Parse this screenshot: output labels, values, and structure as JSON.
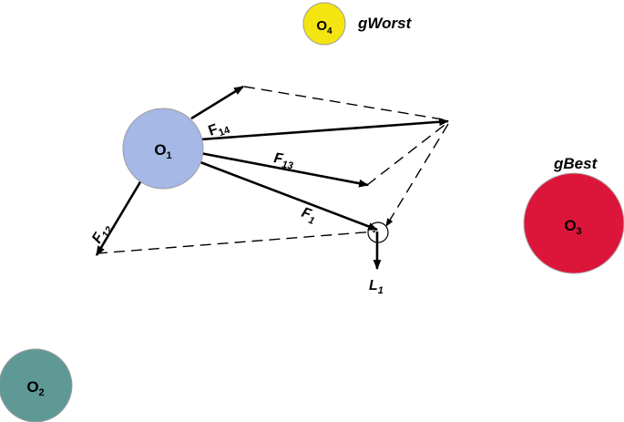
{
  "nodes": {
    "o1": {
      "main": "O",
      "sub": "1",
      "color": "#a5b8e6"
    },
    "o2": {
      "main": "O",
      "sub": "2",
      "color": "#5e9996"
    },
    "o3": {
      "main": "O",
      "sub": "3",
      "color": "#dc163a"
    },
    "o4": {
      "main": "O",
      "sub": "4",
      "color": "#f4e511"
    }
  },
  "tags": {
    "worst": "gWorst",
    "best": "gBest"
  },
  "forces": {
    "f14": {
      "main": "F",
      "sub": "14"
    },
    "f13": {
      "main": "F",
      "sub": "13"
    },
    "f12": {
      "main": "F",
      "sub": "12"
    },
    "f1": {
      "main": "F",
      "sub": "1"
    },
    "l1": {
      "main": "L",
      "sub": "1"
    }
  }
}
